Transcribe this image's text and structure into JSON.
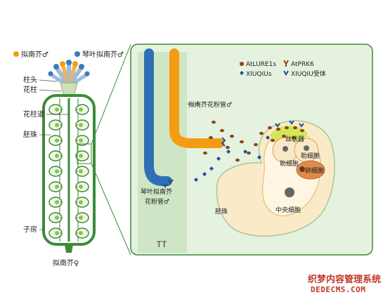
{
  "legend_left": {
    "species_a": {
      "label": "拟南芥♂",
      "color": "#f39c12"
    },
    "species_b": {
      "label": "琴叶拟南芥♂",
      "color": "#3a7bbf"
    }
  },
  "pistil_labels": {
    "stigma": "柱头",
    "style": "花柱",
    "transmitting_tract": "花柱道",
    "ovule": "胚珠",
    "ovary": "子房",
    "bottom": "拟南芥♀"
  },
  "detail": {
    "tt": "TT",
    "pollen_tube_a": "拟南芥花粉管♂",
    "pollen_tube_b_line1": "琴叶拟南芥",
    "pollen_tube_b_line2": "花粉管♂",
    "ovule": "胚珠",
    "synergid_1": "助细胞",
    "synergid_2": "助细胞",
    "filiform": "丝状器",
    "egg": "卵细胞",
    "central": "中央细胞"
  },
  "legend_right": {
    "atlure": "AtLURE1s",
    "atprk6": "AtPRK6",
    "xiuqiu": "XIUQIUs",
    "xiuqiu_receptor": "XIUQIU受体"
  },
  "watermark": {
    "line1": "织梦内容管理系统",
    "line2": "DEDECMS.COM"
  },
  "colors": {
    "pistil_green": "#3d8b37",
    "panel_bg": "#e6f2e0",
    "tt_bg": "#cfe6c6",
    "orange_tube": "#f39c12",
    "blue_tube": "#2f6fb5",
    "ovule_fill": "#fbeac7",
    "dot_brown": "#8b4513",
    "dot_blue": "#1f4e9c"
  }
}
